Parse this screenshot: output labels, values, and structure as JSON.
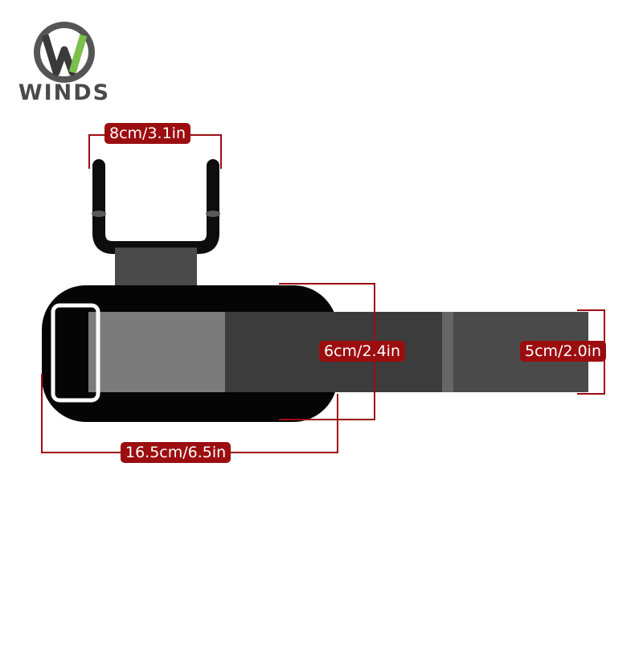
{
  "brand": {
    "name": "WINDS",
    "logo_letter": "W",
    "logo_colors": {
      "ring": "#555555",
      "accent": "#7cc04a",
      "dark": "#3a3a3a"
    }
  },
  "product": {
    "name": "lifting hook wrist strap",
    "colors": {
      "hook": "#0d0d0d",
      "strap_grey": "#7a7a7a",
      "strap_dark": "#3a3a3a",
      "pad": "#050505",
      "buckle": "#ffffff",
      "dimension_line": "#9c0d10"
    }
  },
  "dimensions": {
    "hook_width": "8cm/3.1in",
    "pad_height": "6cm/2.4in",
    "strap_height": "5cm/2.0in",
    "pad_length": "16.5cm/6.5in"
  }
}
